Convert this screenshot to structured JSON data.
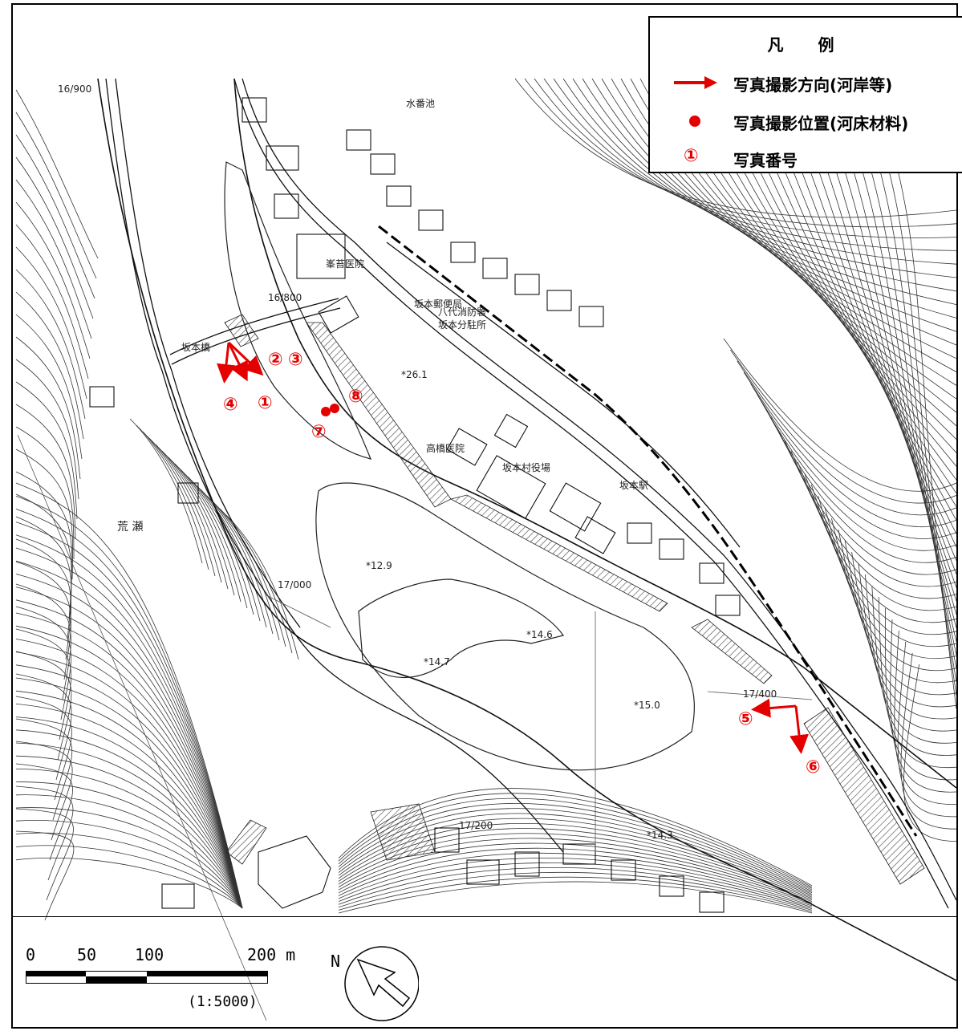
{
  "legend": {
    "title": "凡 例",
    "items": [
      {
        "symbol": "red-arrow-icon",
        "label": "写真撮影方向(河岸等)"
      },
      {
        "symbol": "red-dot-icon",
        "label": "写真撮影位置(河床材料)"
      },
      {
        "symbol": "circled-number-icon",
        "symbol_text": "①",
        "label": "写真番号"
      }
    ]
  },
  "photo_markers": [
    "①",
    "②",
    "③",
    "④",
    "⑤",
    "⑥",
    "⑦",
    "⑧"
  ],
  "map_labels": {
    "hospital_1": "峯苔医院",
    "post_office": "坂本郵便局",
    "fire_station_1": "八代消防署",
    "fire_station_2": "坂本分駐所",
    "clinic": "高橋医院",
    "village_office": "坂本村役場",
    "station": "坂本駅",
    "bridge": "坂本橋",
    "water_tank": "水番池",
    "km_1": "16/800",
    "km_2": "16/900",
    "km_3": "17/000",
    "km_4": "17/200",
    "km_5": "17/400",
    "area_name": "荒 瀬",
    "spot_1": "*12.9",
    "spot_2": "*14.6",
    "spot_3": "*14.7",
    "spot_4": "*15.0",
    "spot_5": "*26.1",
    "spot_6": "*14.3"
  },
  "scale": {
    "ticks": [
      "0",
      "50",
      "100",
      "200 m"
    ],
    "ratio": "(1:5000)"
  },
  "north": {
    "label": "N"
  },
  "colors": {
    "accent": "#e50000",
    "line": "#000000"
  }
}
